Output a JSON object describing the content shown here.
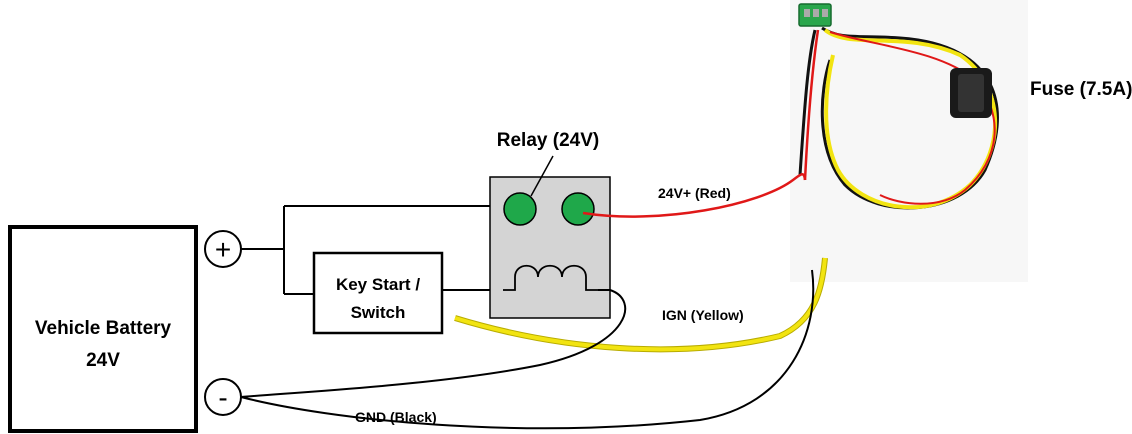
{
  "battery": {
    "line1": "Vehicle Battery",
    "line2": "24V",
    "positive_symbol": "+",
    "negative_symbol": "-"
  },
  "switch": {
    "line1": "Key Start /",
    "line2": "Switch"
  },
  "relay": {
    "label": "Relay (24V)"
  },
  "fuse": {
    "label": "Fuse (7.5A)"
  },
  "wires": {
    "power_label": "24V+  (Red)",
    "ignition_label": "IGN (Yellow)",
    "ground_label": "GND (Black)"
  },
  "colors": {
    "red_wire": "#e01818",
    "yellow_wire": "#f2e411",
    "black_wire": "#000000",
    "relay_contact": "#1fa84a",
    "relay_body": "#d4d4d4"
  }
}
